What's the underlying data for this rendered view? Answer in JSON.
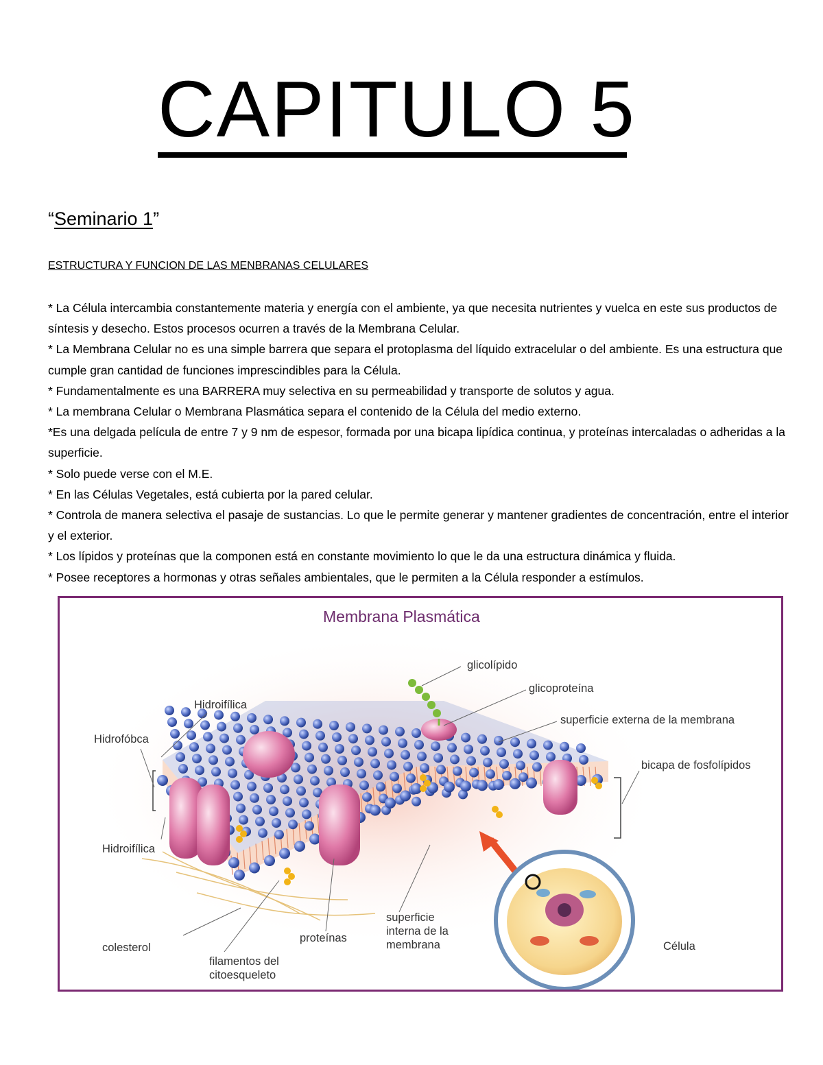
{
  "title": "CAPITULO 5",
  "seminar": {
    "open_quote": "“",
    "label": "Seminario 1",
    "close_quote": "”"
  },
  "heading": "ESTRUCTURA Y FUNCION DE LAS MENBRANAS CELULARES",
  "paragraphs": [
    "* La Célula intercambia constantemente materia y energía con el ambiente, ya que necesita nutrientes y vuelca en este sus productos de síntesis y desecho. Estos procesos ocurren a través de la Membrana Celular.",
    "* La Membrana Celular no es una simple barrera que separa el protoplasma del líquido extracelular o del ambiente. Es una estructura que cumple gran cantidad de funciones imprescindibles para la Célula.",
    "* Fundamentalmente es una BARRERA muy selectiva en su permeabilidad y transporte de solutos y agua.",
    "* La membrana Celular o Membrana Plasmática separa el contenido de la Célula del medio externo.",
    "*Es una delgada película de entre 7 y 9 nm de espesor, formada por una bicapa lipídica continua, y proteínas intercaladas o adheridas a la superficie.",
    "* Solo puede verse con el M.E.",
    "* En las Células Vegetales, está cubierta por la pared celular.",
    "* Controla de manera selectiva el pasaje de sustancias. Lo que le permite generar y mantener gradientes de concentración, entre el interior y el exterior.",
    "* Los lípidos y proteínas que la componen está en constante movimiento lo que le da una estructura dinámica y fluida.",
    "* Posee receptores a hormonas y otras señales ambientales, que le permiten a la Célula responder a estímulos."
  ],
  "figure": {
    "title": "Membrana Plasmática",
    "labels": {
      "glicolipido": "glicolípido",
      "glicoproteina": "glicoproteína",
      "superficie_externa": "superficie externa de la membrana",
      "bicapa": "bicapa de fosfolípidos",
      "hidroifilica_top": "Hidroifílica",
      "hidrofobca": "Hidrofóbca",
      "hidroifilica_bottom": "Hidroifílica",
      "colesterol": "colesterol",
      "proteinas": "proteínas",
      "filamentos": "filamentos del\ncitoesqueleto",
      "superficie_interna": "superficie\ninterna de la\nmembrana",
      "celula": "Célula"
    },
    "colors": {
      "border": "#7b2a72",
      "title": "#6d2c6d",
      "phospholipid_head": "#4a63b8",
      "protein": "#e07aa8",
      "arrow": "#e8502a"
    }
  }
}
